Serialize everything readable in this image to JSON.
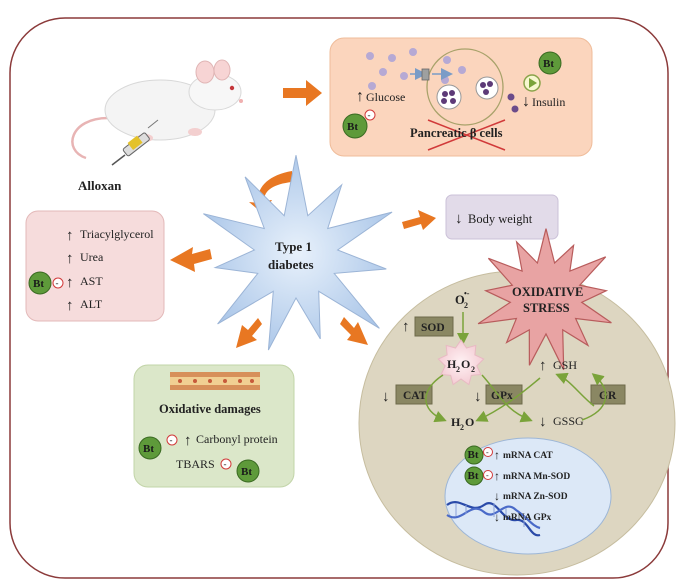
{
  "labels": {
    "alloxan": "Alloxan",
    "glucose": "Glucose",
    "insulin": "Insulin",
    "pancreatic_cells": "Pancreatic β cells",
    "type1_line1": "Type 1",
    "type1_line2": "diabetes",
    "body_weight": "Body weight",
    "triacylglycerol": "Triacylglycerol",
    "urea": "Urea",
    "ast": "AST",
    "alt": "ALT",
    "oxidative_damages": "Oxidative damages",
    "carbonyl_protein": "Carbonyl protein",
    "tbars": "TBARS",
    "oxidative_stress_line1": "OXIDATIVE",
    "oxidative_stress_line2": "STRESS",
    "o2": "O",
    "o2_sub": "2",
    "o2_sup": "•-",
    "sod": "SOD",
    "h2o2_a": "H",
    "h2o2_b": "2",
    "h2o2_c": "O",
    "h2o2_d": "2",
    "cat": "CAT",
    "gpx": "GPx",
    "gr": "GR",
    "gsh": "GSH",
    "gssg": "GSSG",
    "h2o_a": "H",
    "h2o_b": "2",
    "h2o_c": "O",
    "mrna_cat": "mRNA CAT",
    "mrna_mnsod": "mRNA Mn-SOD",
    "mrna_znsod": "mRNA Zn-SOD",
    "mrna_gpx": "mRNA GPx",
    "bt": "Bt",
    "minus": "-"
  },
  "colors": {
    "border": "#8b3a3a",
    "arrow_orange": "#e87722",
    "arrow_up_down": "#8b2c2c",
    "pancreas_box": "#fbd5bd",
    "liver_box": "#f6dcdc",
    "body_weight_box": "#e2dbe9",
    "oxidative_box": "#dbe7c9",
    "star_blue": "#c9dcf2",
    "oxidative_stress_star": "#e8a3a3",
    "cell_circle": "#ddd6c1",
    "nucleus": "#dce8f7",
    "enzyme_box": "#8a8763",
    "bt_circle": "#5e9a3a"
  }
}
